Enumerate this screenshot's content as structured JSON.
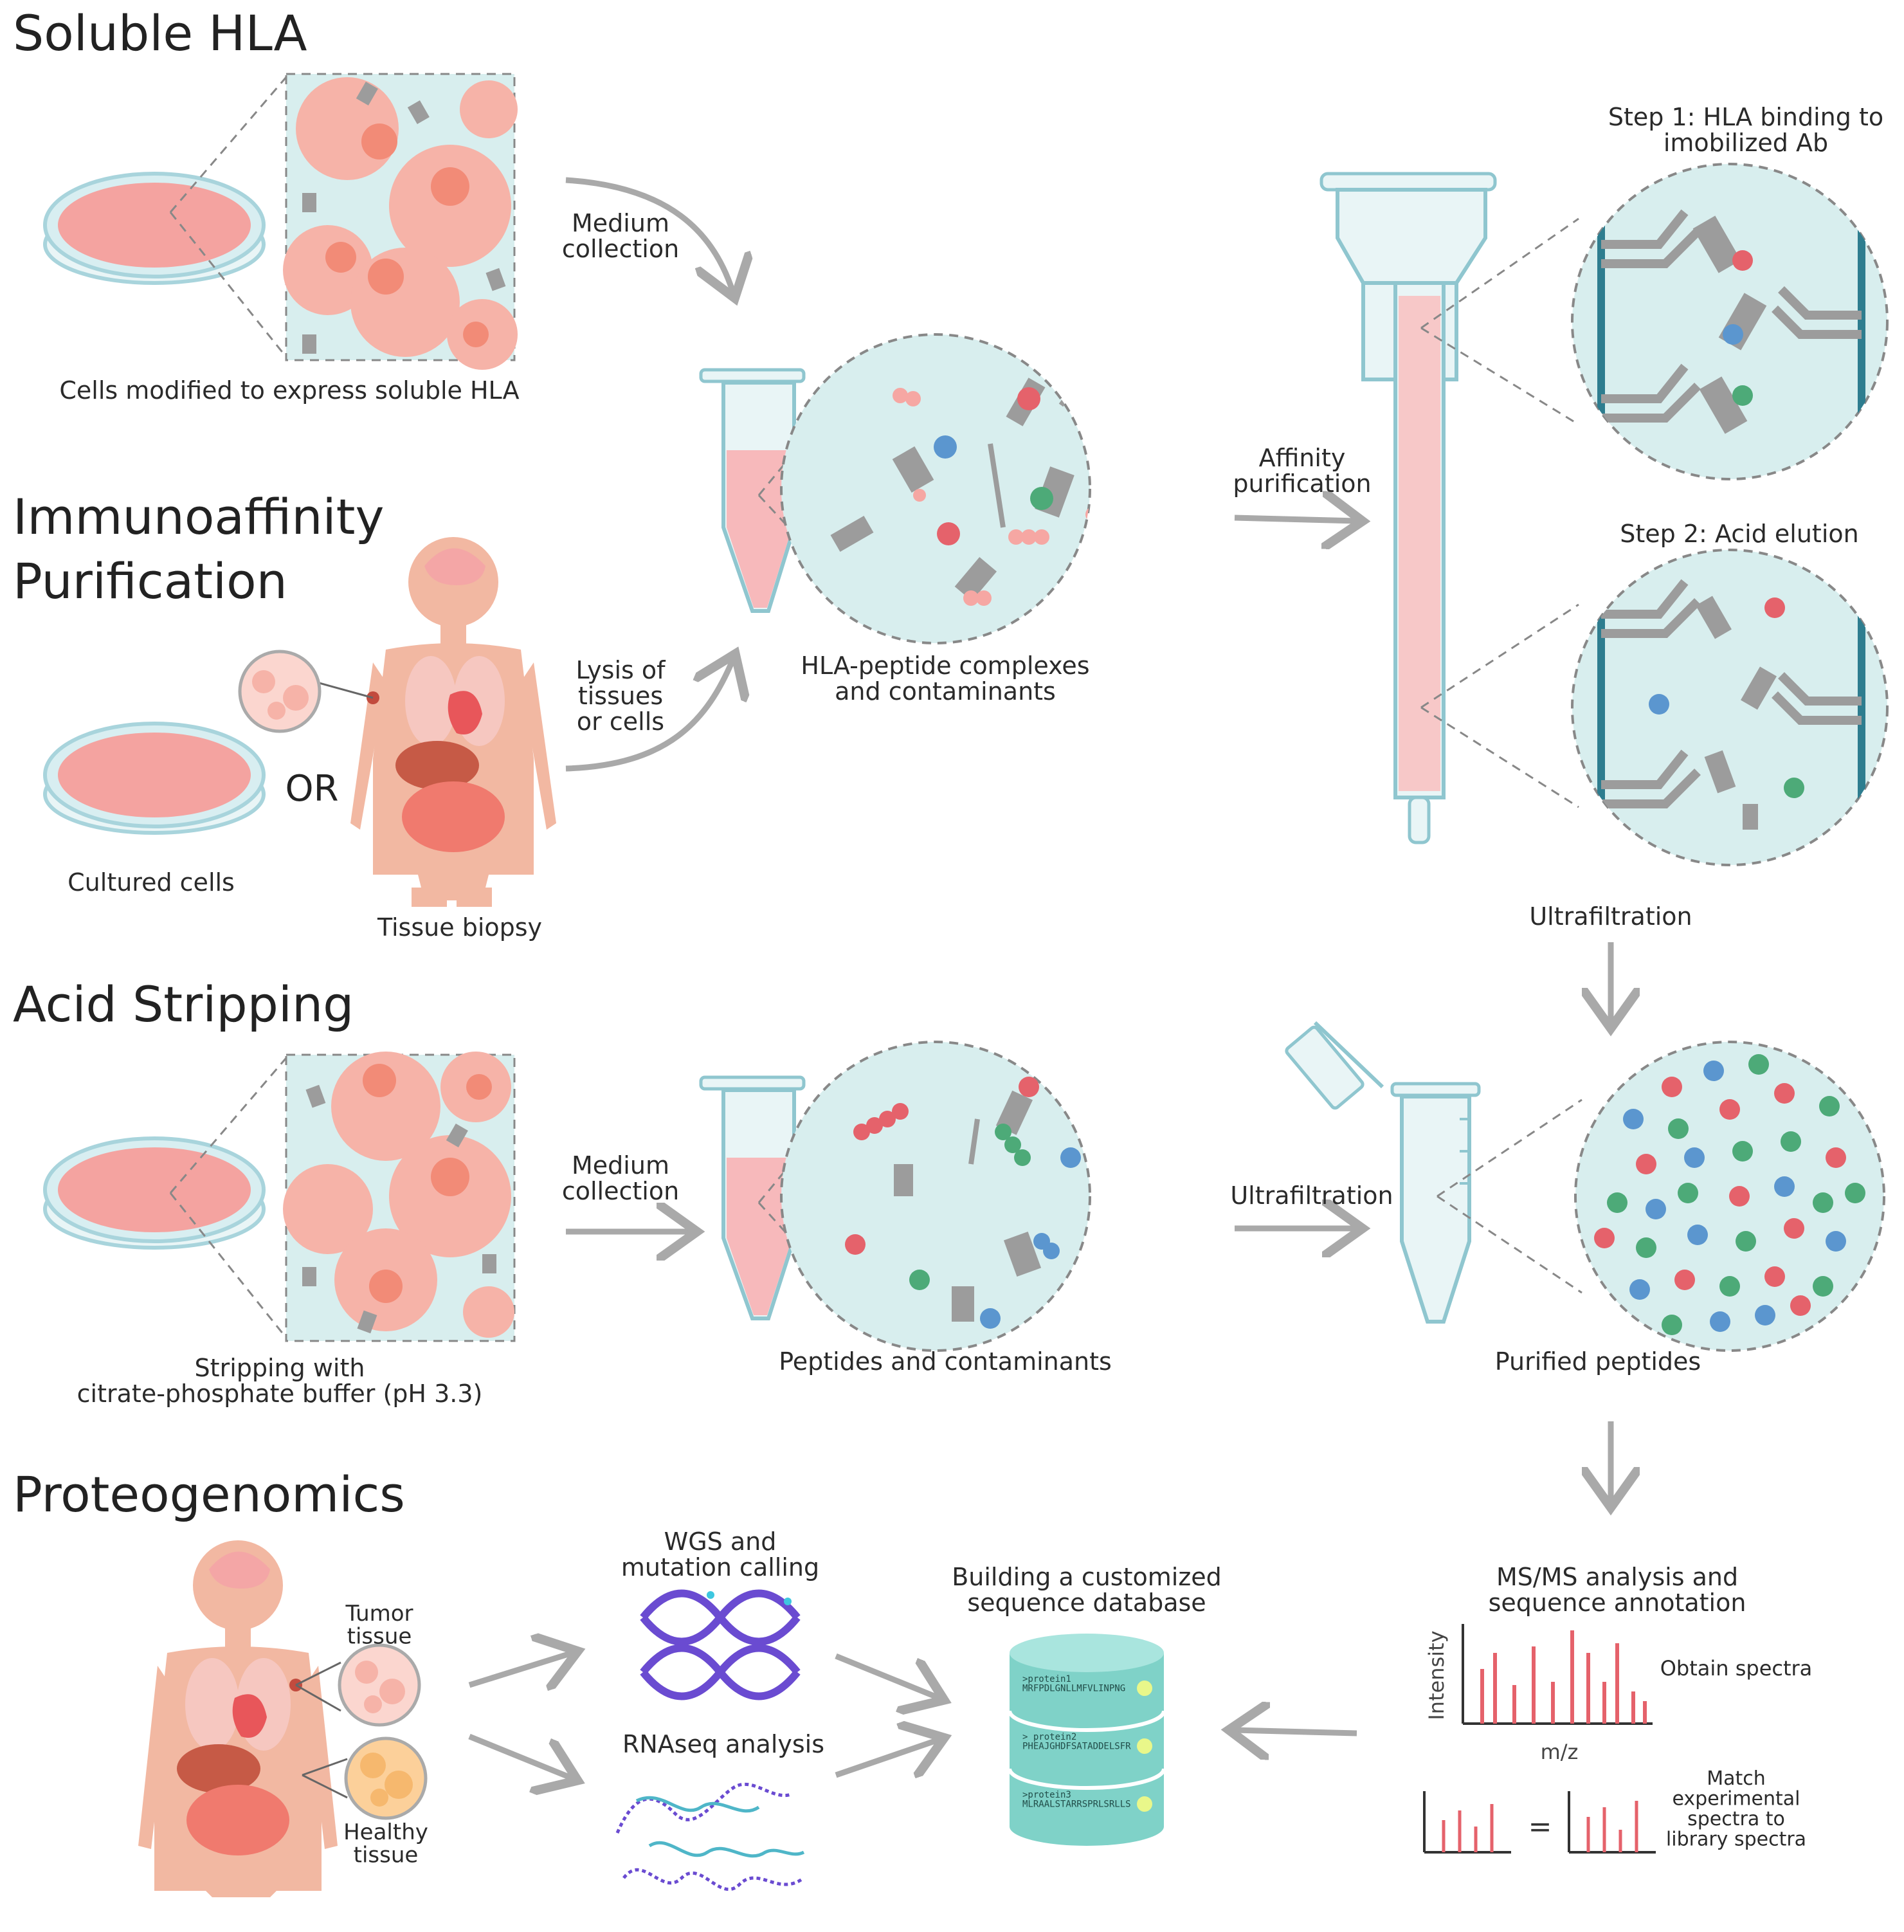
{
  "sections": {
    "soluble": "Soluble HLA",
    "immuno_line1": "Immunoaffinity",
    "immuno_line2": "Purification",
    "acid": "Acid Stripping",
    "proteo": "Proteogenomics"
  },
  "labels": {
    "cells_modified": "Cells modified to express soluble HLA",
    "medium_collection_1": "Medium\ncollection",
    "lysis": "Lysis of\ntissues\nor cells",
    "or": "OR",
    "cultured_cells": "Cultured cells",
    "tissue_biopsy": "Tissue biopsy",
    "hla_complexes": "HLA-peptide complexes\nand contaminants",
    "affinity_purification": "Affinity\npurification",
    "step1": "Step 1: HLA binding to\nimobilized Ab",
    "step2": "Step 2: Acid elution",
    "ultrafiltration_top": "Ultrafiltration",
    "stripping": "Stripping with\ncitrate-phosphate buffer (pH 3.3)",
    "medium_collection_2": "Medium\ncollection",
    "peptides_contaminants": "Peptides and contaminants",
    "ultrafiltration_mid": "Ultrafiltration",
    "purified_peptides": "Purified peptides",
    "tumor_tissue": "Tumor\ntissue",
    "healthy_tissue": "Healthy\ntissue",
    "wgs": "WGS and\nmutation calling",
    "rnaseq": "RNAseq analysis",
    "building_db": "Building a customized\nsequence database",
    "msms": "MS/MS analysis and\nsequence annotation",
    "intensity": "Intensity",
    "mz": "m/z",
    "obtain_spectra": "Obtain spectra",
    "match": "Match\nexperimental\nspectra to\nlibrary spectra",
    "equals": "="
  },
  "database_entries": [
    ">protein1\nMRFPDLGNLLMFVLINPNG",
    "> protein2\nPHEAJGHDFSATADDELSFR",
    ">protein3\nMLRAALSTARRSPRLSRLLS"
  ],
  "colors": {
    "pink_dish": "#f4a3a0",
    "cyan_bg": "#d8eeee",
    "cell_pink": "#f6b3a8",
    "cell_nucleus": "#f28b77",
    "gray_mol": "#9c9c9c",
    "peptide_red": "#e5626b",
    "peptide_blue": "#5b96cf",
    "peptide_green": "#4daa78",
    "arrow_gray": "#a9a9a9",
    "db_teal": "#7fd2c8",
    "dna_purple": "#6a4bd1",
    "rna_cyan": "#4fb6c8"
  }
}
